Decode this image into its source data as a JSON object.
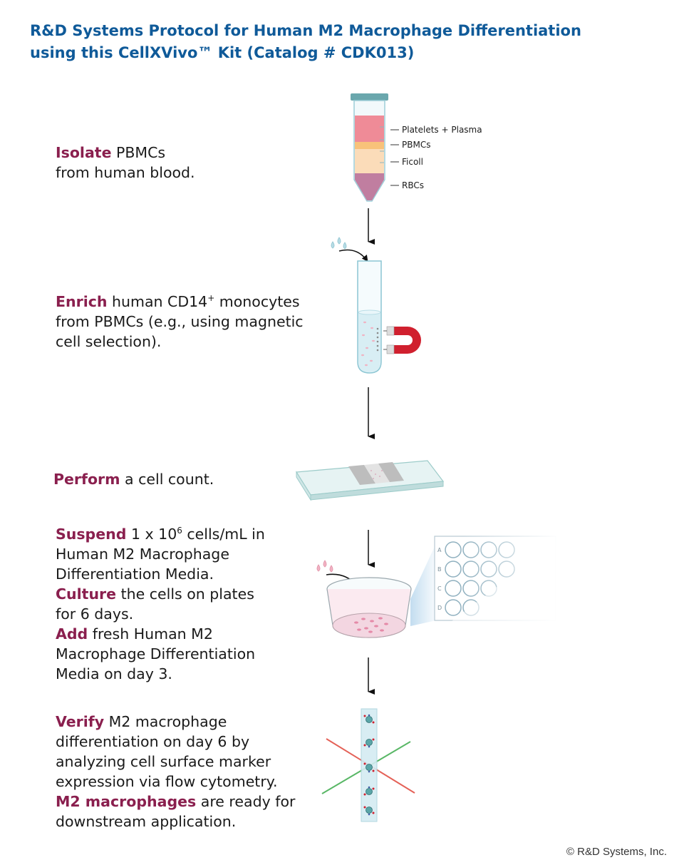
{
  "title": {
    "line1": "R&D Systems Protocol for Human M2 Macrophage Differentiation",
    "line2": "using this CellXVivo™ Kit (Catalog # CDK013)"
  },
  "steps": {
    "isolate": {
      "kw": "Isolate",
      "l1_rest": " PBMCs",
      "l2": "from human blood."
    },
    "enrich": {
      "kw": "Enrich",
      "l1_rest": " human CD14",
      "l1_sup": "+",
      "l1_end": " monocytes",
      "l2": "from PBMCs (e.g., using magnetic",
      "l3": "cell selection)."
    },
    "count": {
      "kw": "Perform",
      "rest": " a cell count."
    },
    "suspend": {
      "kw1": "Suspend",
      "l1_rest": " 1 x 10",
      "l1_sup": "6",
      "l1_end": " cells/mL in",
      "l2": "Human M2 Macrophage",
      "l3": "Differentiation Media.",
      "kw2": "Culture",
      "l4_rest": " the cells on plates",
      "l5": "for 6 days.",
      "kw3": "Add",
      "l6_rest": " fresh Human M2",
      "l7": "Macrophage Differentiation",
      "l8": "Media on day 3."
    },
    "verify": {
      "kw1": "Verify",
      "l1_rest": " M2 macrophage",
      "l2": "differentiation on day 6 by",
      "l3": "analyzing cell surface marker",
      "l4": "expression via flow cytometry.",
      "kw2": "M2 macrophages",
      "l5_rest": " are ready for",
      "l6": "downstream application."
    }
  },
  "tube_labels": {
    "platelets": "Platelets + Plasma",
    "pbmcs": "PBMCs",
    "ficoll": "Ficoll",
    "rbcs": "RBCs"
  },
  "plate_rows": [
    "A",
    "B",
    "C",
    "D"
  ],
  "copyright": "© R&D Systems, Inc.",
  "colors": {
    "title": "#0f5a99",
    "keyword": "#8a1f4e",
    "plasma": "#ef8b97",
    "pbmc": "#f8c27a",
    "ficoll": "#fbdcb9",
    "rbc": "#c07ea0",
    "tube_outline": "#7fc3cf",
    "magnet": "#d0202e"
  }
}
